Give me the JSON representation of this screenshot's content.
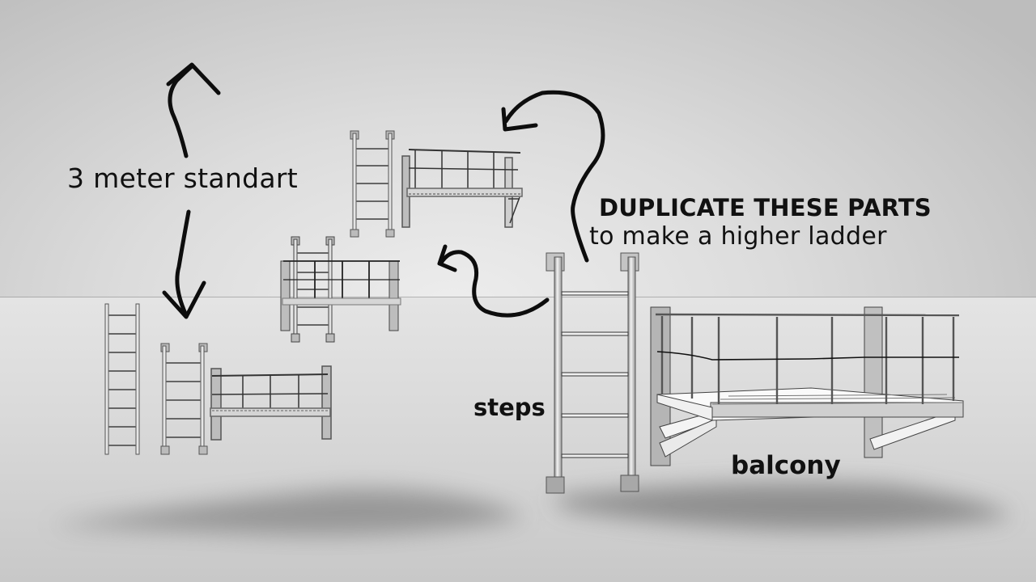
{
  "scene": {
    "type": "3d-render-illustration",
    "background_color": "#d9d9d9",
    "text_color": "#111111"
  },
  "labels": {
    "height_note": "3 meter standart",
    "duplicate_title": "DUPLICATE THESE PARTS",
    "duplicate_subtitle": "to make a higher ladder",
    "steps": "steps",
    "balcony": "balcony"
  },
  "objects": [
    {
      "name": "tall ladder",
      "rungs": 8
    },
    {
      "name": "short ladder",
      "rungs": 5
    },
    {
      "name": "small balcony",
      "railing_sections": 4
    },
    {
      "name": "stacked ladder with balcony",
      "rungs": 4
    },
    {
      "name": "upper ladder",
      "rungs": 5
    },
    {
      "name": "upper balcony",
      "railing_sections": 5
    },
    {
      "name": "steps module",
      "rungs": 5
    },
    {
      "name": "balcony module",
      "railing_posts": 7
    }
  ],
  "arrows": [
    {
      "name": "up-arrow",
      "meaning": "height indicator top"
    },
    {
      "name": "down-arrow",
      "meaning": "height indicator bottom"
    },
    {
      "name": "curved-arrow-upper",
      "meaning": "duplicate to upper level"
    },
    {
      "name": "curved-arrow-lower",
      "meaning": "duplicate to middle level"
    }
  ]
}
